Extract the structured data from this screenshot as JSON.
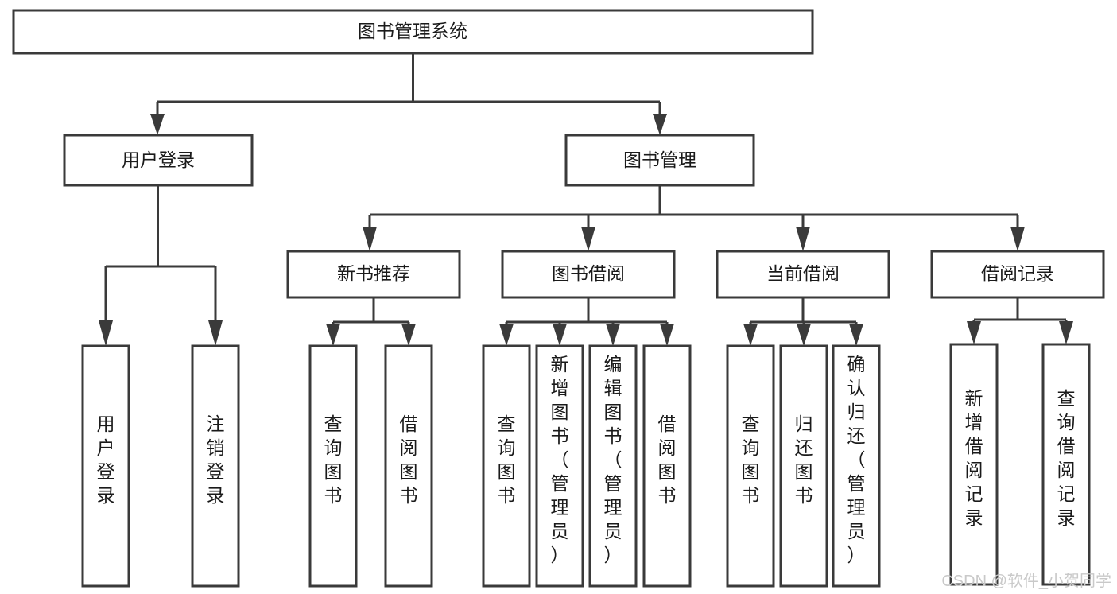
{
  "diagram": {
    "title": "图书管理系统",
    "type": "tree",
    "orientation": "top-down",
    "colors": {
      "box_stroke": "#3a3a3a",
      "box_fill": "#ffffff",
      "connector": "#3a3a3a",
      "label": "#1a1a1a",
      "watermark": "#c9c9c9",
      "background": "#ffffff"
    },
    "root": {
      "label": "图书管理系统",
      "name": "root-node"
    },
    "level2": [
      {
        "label": "用户登录",
        "name": "node-user-login"
      },
      {
        "label": "图书管理",
        "name": "node-book-management"
      }
    ],
    "level3": [
      {
        "label": "新书推荐",
        "name": "node-new-book-recommend"
      },
      {
        "label": "图书借阅",
        "name": "node-book-borrow"
      },
      {
        "label": "当前借阅",
        "name": "node-current-borrow"
      },
      {
        "label": "借阅记录",
        "name": "node-borrow-record"
      }
    ],
    "leaves": {
      "user_login": [
        {
          "label": "用户登录",
          "name": "leaf-user-login"
        },
        {
          "label": "注销登录",
          "name": "leaf-logout"
        }
      ],
      "new_book_recommend": [
        {
          "label": "查询图书",
          "name": "leaf-query-book-recommend"
        },
        {
          "label": "借阅图书",
          "name": "leaf-borrow-book-recommend"
        }
      ],
      "book_borrow": [
        {
          "label": "查询图书",
          "name": "leaf-query-book-borrow"
        },
        {
          "label": "新增图书（管理员）",
          "name": "leaf-add-book-admin"
        },
        {
          "label": "编辑图书（管理员）",
          "name": "leaf-edit-book-admin"
        },
        {
          "label": "借阅图书",
          "name": "leaf-borrow-book"
        }
      ],
      "current_borrow": [
        {
          "label": "查询图书",
          "name": "leaf-query-book-current"
        },
        {
          "label": "归还图书",
          "name": "leaf-return-book"
        },
        {
          "label": "确认归还（管理员）",
          "name": "leaf-confirm-return-admin"
        }
      ],
      "borrow_record": [
        {
          "label": "新增借阅记录",
          "name": "leaf-add-borrow-record"
        },
        {
          "label": "查询借阅记录",
          "name": "leaf-query-borrow-record"
        }
      ]
    }
  },
  "watermark": {
    "text": "CSDN @软件_小贺同学"
  }
}
